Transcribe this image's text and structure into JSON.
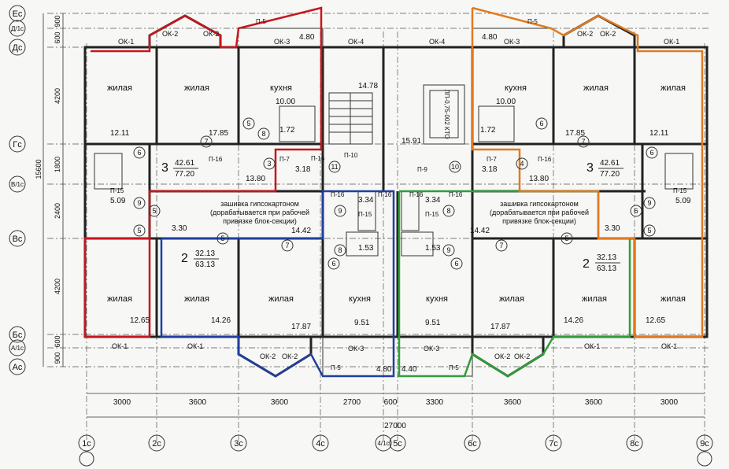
{
  "axes_left": {
    "ec": "Ec",
    "d1c": "Д/1с",
    "dc": "Дс",
    "gc": "Гс",
    "v1c": "В/1с",
    "vc": "Вс",
    "bc": "Бс",
    "a1c": "А/1с",
    "ac": "Ас"
  },
  "axes_bottom": [
    "1с",
    "2с",
    "3с",
    "4с",
    "4/1с",
    "5с",
    "6с",
    "7с",
    "8с",
    "9с"
  ],
  "dims_left": {
    "d900_top": "900",
    "d600_top": "600",
    "d4200_top": "4200",
    "d15600": "15600",
    "d1800": "1800",
    "d2400": "2400",
    "d4200_bot": "4200",
    "d600_bot": "600",
    "d900_bot": "900"
  },
  "dims_bottom": [
    "3000",
    "3600",
    "3600",
    "2700",
    "600",
    "3300",
    "3600",
    "3600",
    "3000"
  ],
  "dim_total": "27000",
  "rooms": {
    "living": "жилая",
    "kitchen": "кухня"
  },
  "areas": {
    "tl_liv1": "12.11",
    "tl_liv2": "17.85",
    "tl_kit": "10.00",
    "stair": "14.78",
    "corr": "15.91",
    "tl_hall": "13.80",
    "tl_p7": "3.18",
    "tl_bath": "5.09",
    "tl_3_30": "3.30",
    "tl_14_42": "14.42",
    "tl_3_34": "3.34",
    "tl_1_72": "1.72",
    "tl_1_53": "1.53",
    "bl_liv1": "12.65",
    "bl_liv2": "14.26",
    "bl_liv3": "17.87",
    "bl_kit": "9.51",
    "bl_480": "4.80",
    "tr_480": "4.80",
    "br_440": "4.40"
  },
  "apt3": {
    "num": "3",
    "live": "42.61",
    "total": "77.20"
  },
  "apt2": {
    "num": "2",
    "live": "32.13",
    "total": "63.13"
  },
  "labels": {
    "p5": "П-5",
    "p7": "П-7",
    "p9": "П-9",
    "p10": "П-10",
    "p15": "П-15",
    "p16": "П-16",
    "ok1": "ОК-1",
    "ok2": "ОК-2",
    "ok3": "ОК-3",
    "ok4": "ОК-4",
    "lift": "ЛП-0,75-002 КТО",
    "note1": "зашивка гипсокартоном",
    "note2": "(дорабатывается при рабочей",
    "note3": "привязке блок-секции)"
  },
  "circles": [
    "3",
    "4",
    "5",
    "6",
    "7",
    "8",
    "9",
    "10",
    "11"
  ],
  "colors": {
    "red": "#c8161d",
    "blue": "#1f3f9f",
    "green": "#2f9e3a",
    "orange": "#e07a1f"
  }
}
